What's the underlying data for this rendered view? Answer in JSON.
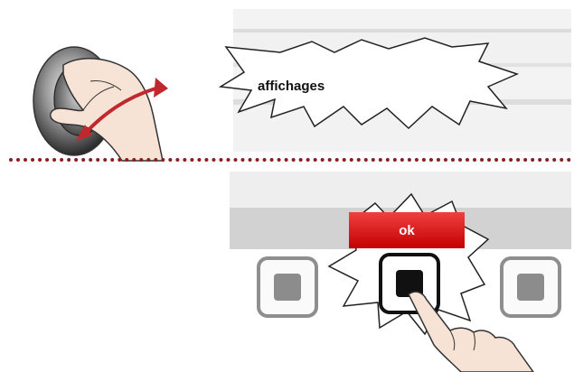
{
  "top_panel": {
    "label": "affichages"
  },
  "bottom_panel": {
    "ok_label": "ok",
    "buttons": [
      {
        "name": "left"
      },
      {
        "name": "center"
      },
      {
        "name": "right"
      }
    ]
  },
  "colors": {
    "accent_red": "#d00000",
    "divider": "#8b1e1e",
    "arrow_red": "#c0282d",
    "button_grey": "#8e8e8e"
  },
  "icons": [
    "rotary-knob-icon",
    "rotate-arrow-icon",
    "hand-icon",
    "pointing-finger-icon"
  ]
}
